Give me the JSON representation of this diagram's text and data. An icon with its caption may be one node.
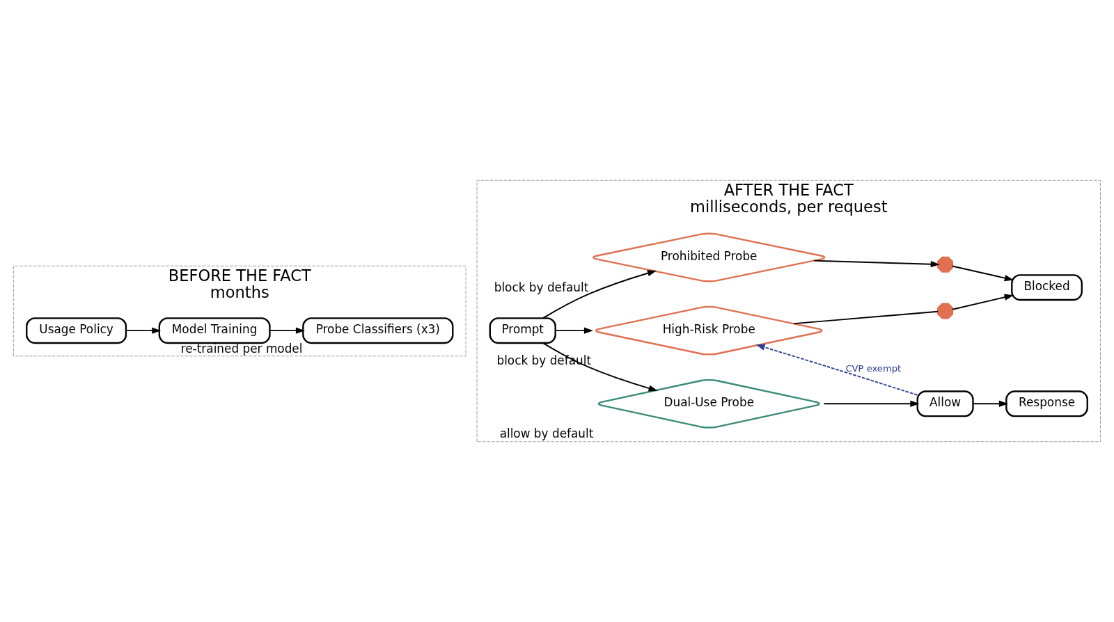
{
  "diagram": {
    "nodes": [
      {
        "text": [
          "BEFORE THE FACT",
          "months"
        ]
      },
      {
        "text": [
          "Usage Policy"
        ],
        "in": 0
      },
      {
        "text": [
          "Model Training"
        ],
        "in": 0
      },
      {
        "text": [
          "Probe Classifiers (x3)"
        ],
        "in": 0,
        "beside": [
          "re-trained per model"
        ]
      },
      {
        "text": [
          "AFTER THE FACT",
          "milliseconds, per request"
        ]
      },
      {
        "text": [
          "Prompt"
        ],
        "in": 4
      },
      {
        "text": [
          "Prohibited Probe"
        ],
        "in": 4,
        "beside": [
          "block by default"
        ]
      },
      {
        "text": [
          "High-Risk Probe"
        ],
        "in": 4,
        "beside": [
          "block by default"
        ]
      },
      {
        "text": [
          "Dual-Use Probe"
        ],
        "in": 4,
        "beside": [
          "allow by default"
        ]
      },
      {
        "text": [],
        "shape": "cross",
        "in": 4
      },
      {
        "text": [],
        "shape": "cross",
        "in": 4
      },
      {
        "text": [
          "Blocked"
        ],
        "in": 4
      },
      {
        "text": [
          "Allow"
        ],
        "in": 4
      },
      {
        "text": [
          "Response"
        ],
        "in": 4
      }
    ],
    "edges": [
      {
        "from": 1,
        "to": 2,
        "arrow": "to"
      },
      {
        "from": 2,
        "to": 3,
        "arrow": "to"
      },
      {
        "from": 5,
        "to": 6,
        "arrow": "to"
      },
      {
        "from": 5,
        "to": 7,
        "arrow": "to"
      },
      {
        "from": 5,
        "to": 8,
        "arrow": "to"
      },
      {
        "from": 6,
        "to": 9,
        "arrow": "to"
      },
      {
        "from": 9,
        "to": 11,
        "arrow": "to"
      },
      {
        "from": 7,
        "to": 10,
        "arrow": "none"
      },
      {
        "from": 10,
        "to": 11,
        "arrow": "to"
      },
      {
        "from": 8,
        "to": 12,
        "arrow": "to"
      },
      {
        "from": 12,
        "to": 13,
        "arrow": "to"
      },
      {
        "from": 12,
        "to": 7,
        "arrow": "to",
        "style": "dashed",
        "color": "#2b3f8f",
        "label": "CVP exempt"
      }
    ]
  }
}
